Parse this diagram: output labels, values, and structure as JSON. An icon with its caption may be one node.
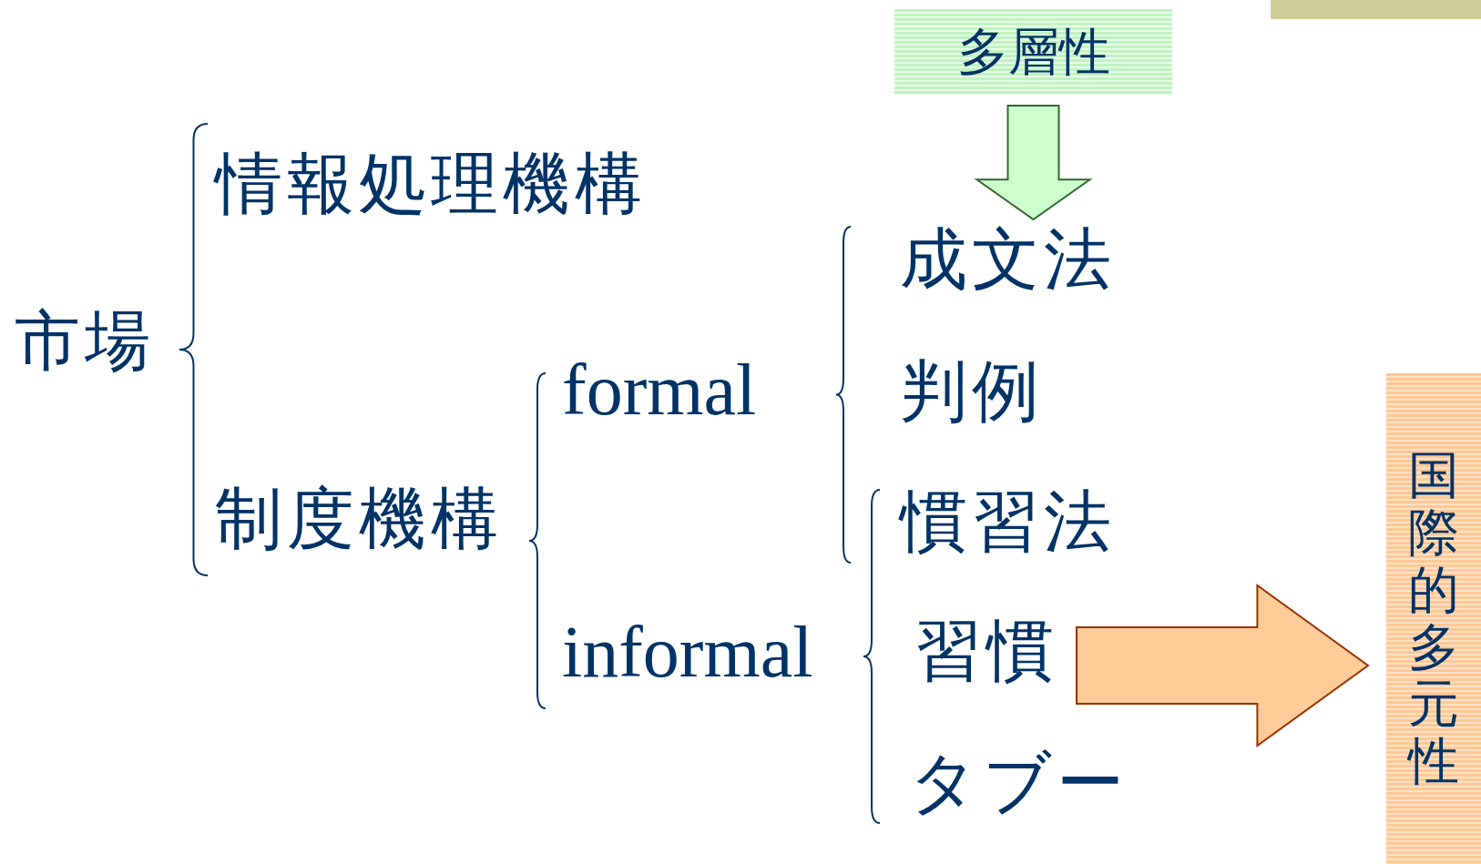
{
  "diagram": {
    "nodes": [
      {
        "text": [
          "市場"
        ]
      },
      {
        "text": [
          "情報処理機構"
        ]
      },
      {
        "text": [
          "制度機構"
        ]
      },
      {
        "text": [
          "formal"
        ]
      },
      {
        "text": [
          "informal"
        ]
      },
      {
        "text": [
          "多層性"
        ]
      },
      {
        "text": [
          "成文法"
        ]
      },
      {
        "text": [
          "判例"
        ]
      },
      {
        "text": [
          "慣習法"
        ]
      },
      {
        "text": [
          "習慣"
        ]
      },
      {
        "text": [
          "タブー"
        ]
      },
      {
        "text": [
          "国際的多元性"
        ]
      }
    ],
    "edges": [
      {
        "from": 5,
        "to": 6,
        "arrow": "to"
      },
      {
        "from": 9,
        "to": 11,
        "arrow": "to"
      }
    ]
  }
}
